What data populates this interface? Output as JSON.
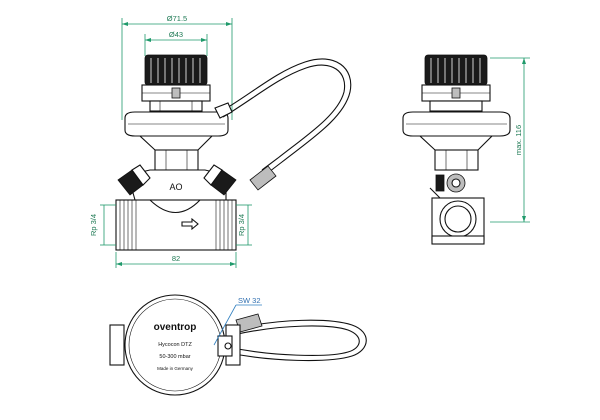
{
  "dimensions": {
    "outer_diameter": "Ø71.5",
    "inner_diameter": "Ø43",
    "thread_left": "Rp 3/4",
    "thread_right": "Rp 3/4",
    "length": "82",
    "height": "max. 116",
    "spanner": "SW 32"
  },
  "product_label": {
    "brand": "oventrop",
    "model": "Hycocon DTZ",
    "range": "50-300 mbar",
    "origin": "Made in Germany"
  },
  "body_marking": "AO",
  "colors": {
    "dimension_lines": "#1f9a6b",
    "callout": "#2f7fc0",
    "outline": "#111111"
  }
}
